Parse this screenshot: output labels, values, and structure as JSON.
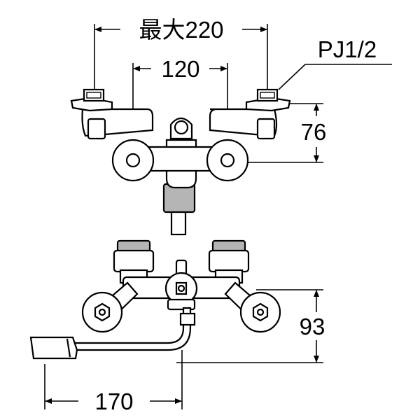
{
  "dimensions": {
    "overall_width": "最大220",
    "inlet_spacing": "120",
    "inlet_thread": "PJ1/2",
    "top_height": "76",
    "front_height": "93",
    "spout_reach": "170"
  },
  "colors": {
    "line": "#000000",
    "body": "#ffffff",
    "shade": "#b5b5b5"
  }
}
